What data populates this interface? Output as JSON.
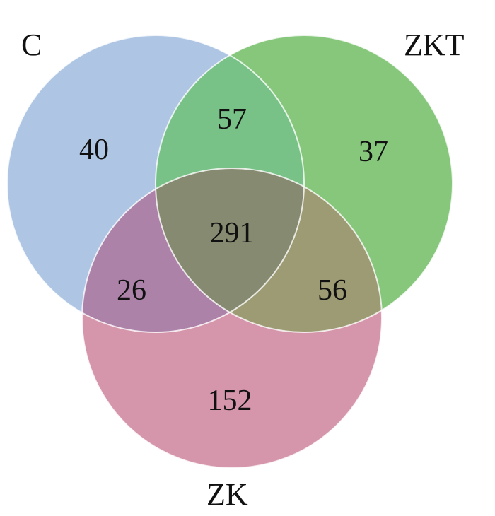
{
  "sets": {
    "c": {
      "label": "C",
      "color": "#aec6e4"
    },
    "zkt": {
      "label": "ZKT",
      "color": "#86c77c"
    },
    "zk": {
      "label": "ZK",
      "color": "#d596ab"
    }
  },
  "regions": {
    "c_only": "40",
    "c_zkt": "57",
    "zkt_only": "37",
    "all": "291",
    "c_zk": "26",
    "zkt_zk": "56",
    "zk_only": "152"
  },
  "overlap_colors": {
    "c_zkt": "#78c287",
    "c_zk": "#ad82a9",
    "zkt_zk": "#9c9b73",
    "all": "#868a70"
  }
}
